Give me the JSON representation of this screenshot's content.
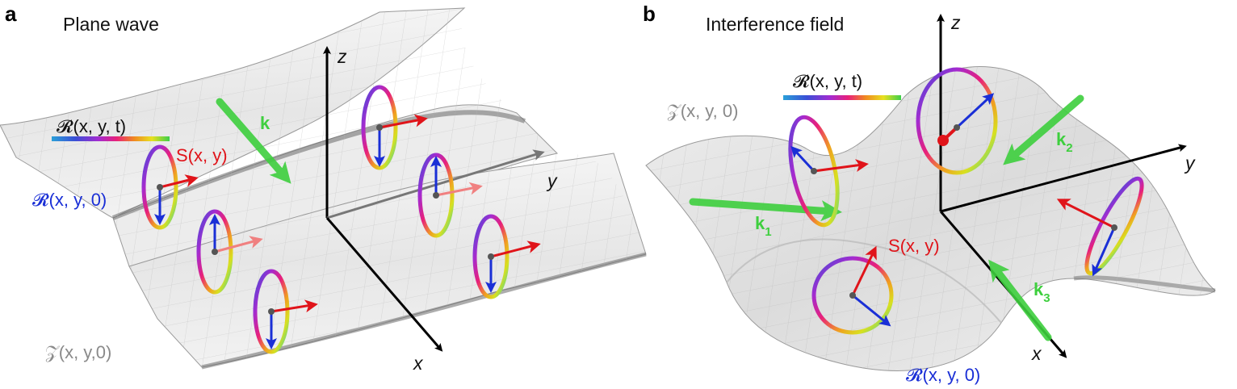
{
  "panels": {
    "a": {
      "letter": "a",
      "title": "Plane wave",
      "labels": {
        "z_axis": "z",
        "y_axis": "y",
        "x_axis": "x",
        "k_vector": "k",
        "spin": "S(x, y)",
        "rotating_field": "𝓡(x, y, t)",
        "field_at_zero": "𝓡(x, y, 0)",
        "surface": "𝒵(x, y,0)"
      }
    },
    "b": {
      "letter": "b",
      "title": "Interference field",
      "labels": {
        "z_axis": "z",
        "y_axis": "y",
        "x_axis": "x",
        "k1": "k",
        "k1_sub": "1",
        "k2": "k",
        "k2_sub": "2",
        "k3": "k",
        "k3_sub": "3",
        "spin": "S(x, y)",
        "rotating_field": "𝓡(x, y, t)",
        "field_at_zero": "𝓡(x, y, 0)",
        "surface": "𝒵(x, y, 0)"
      }
    }
  },
  "colors": {
    "spin_vector": "#e0141a",
    "field_vector": "#1a2fd6",
    "wave_vector": "#3ecf3e",
    "surface": "#d9d9d9",
    "axes": "#000000"
  }
}
